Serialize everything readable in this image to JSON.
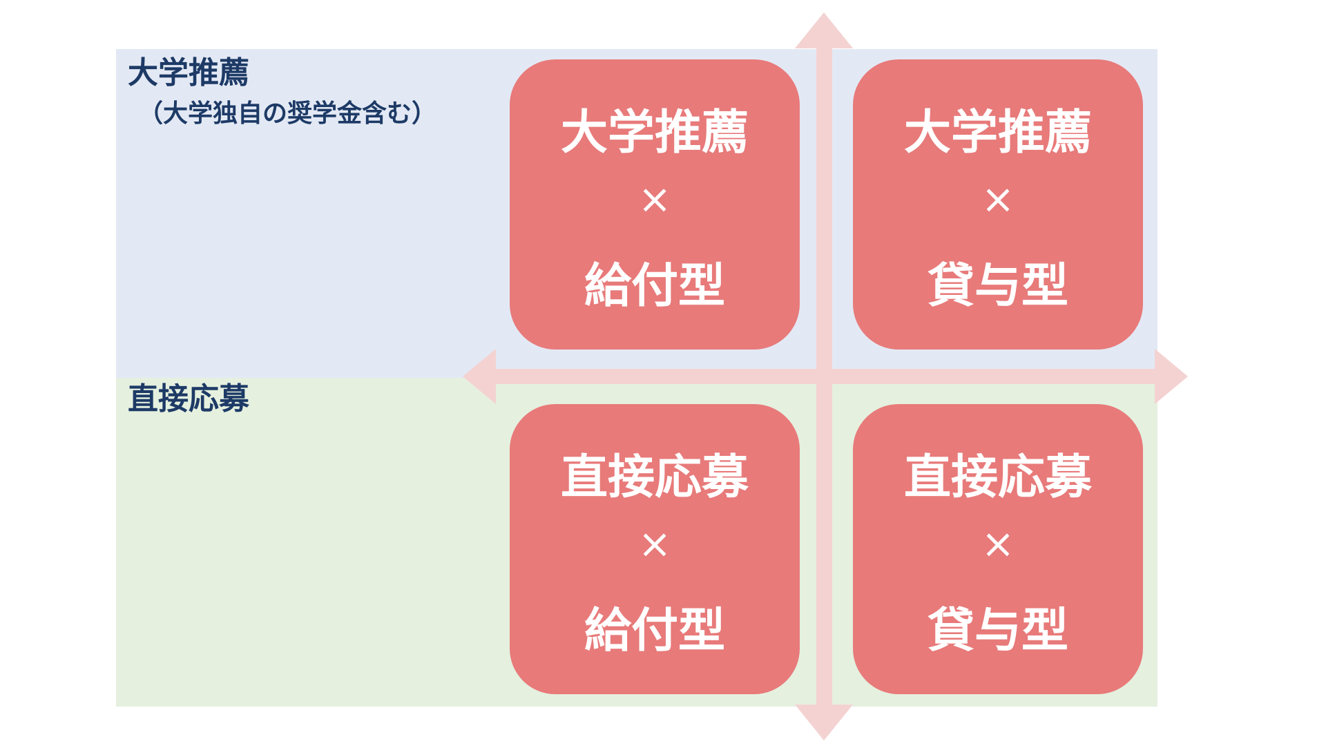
{
  "rows": {
    "top": {
      "label": "大学推薦",
      "sublabel": "（大学独自の奨学金含む）"
    },
    "bottom": {
      "label": "直接応募"
    }
  },
  "cards": [
    {
      "line1": "大学推薦",
      "line2": "×",
      "line3": "給付型"
    },
    {
      "line1": "大学推薦",
      "line2": "×",
      "line3": "貸与型"
    },
    {
      "line1": "直接応募",
      "line2": "×",
      "line3": "給付型"
    },
    {
      "line1": "直接応募",
      "line2": "×",
      "line3": "貸与型"
    }
  ],
  "colors": {
    "card": "#e87a7a",
    "axis": "#f4d2d2",
    "band_top": "#e3e9f4",
    "band_bottom": "#e5f0df",
    "label_text": "#1d3a66"
  }
}
